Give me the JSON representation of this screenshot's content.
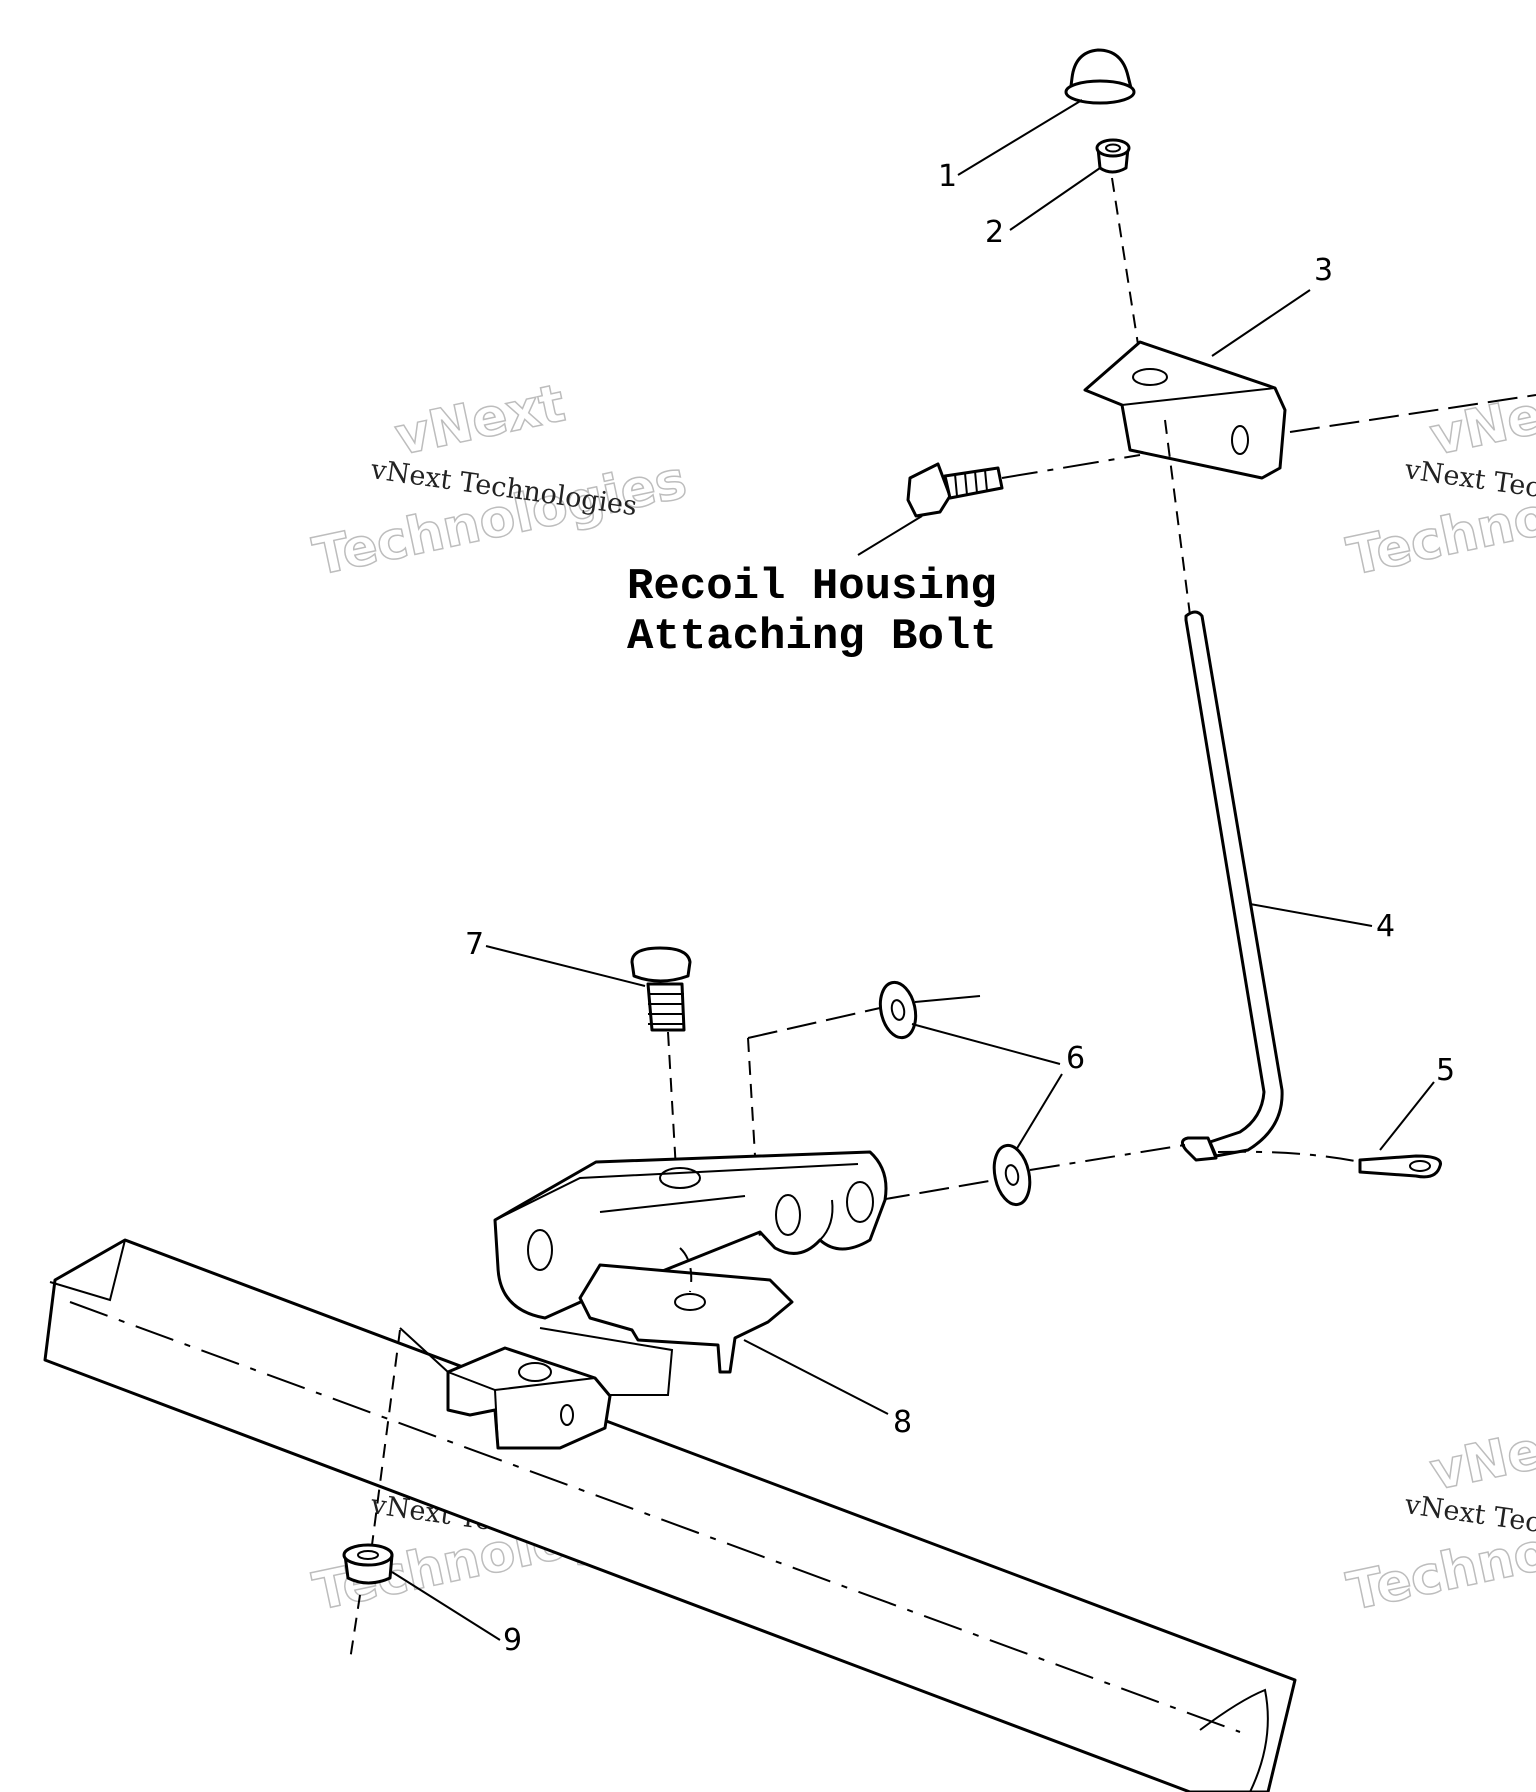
{
  "caption": {
    "line1": "Recoil Housing",
    "line2": "Attaching Bolt"
  },
  "callouts": [
    "1",
    "2",
    "3",
    "4",
    "5",
    "6",
    "7",
    "8",
    "9"
  ],
  "watermark": {
    "small": "vNext Technologies",
    "big1": "vNext",
    "big2": "Technologies"
  }
}
